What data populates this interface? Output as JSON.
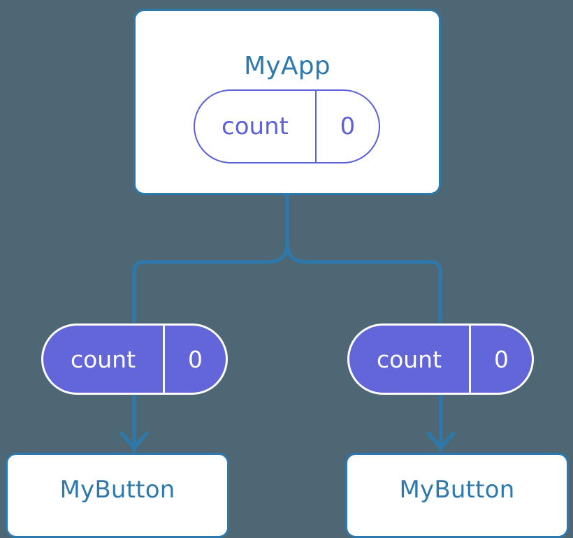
{
  "diagram": {
    "type": "component-tree",
    "background_color": "#4d6874",
    "accent_blue": "#2d79ae",
    "accent_purple": "#6366d8",
    "root": {
      "name": "root-node",
      "title": "MyApp",
      "state": {
        "key": "count",
        "value": "0",
        "style": "outline"
      }
    },
    "children": [
      {
        "name": "child-node-left",
        "state": {
          "key": "count",
          "value": "0",
          "style": "filled"
        },
        "title": "MyButton"
      },
      {
        "name": "child-node-right",
        "state": {
          "key": "count",
          "value": "0",
          "style": "filled"
        },
        "title": "MyButton"
      }
    ],
    "connectors": [
      {
        "name": "root-to-branch",
        "kind": "line"
      },
      {
        "name": "branch-to-left-prop",
        "kind": "elbow"
      },
      {
        "name": "branch-to-right-prop",
        "kind": "elbow"
      },
      {
        "name": "left-prop-to-button",
        "kind": "arrow"
      },
      {
        "name": "right-prop-to-button",
        "kind": "arrow"
      }
    ]
  }
}
